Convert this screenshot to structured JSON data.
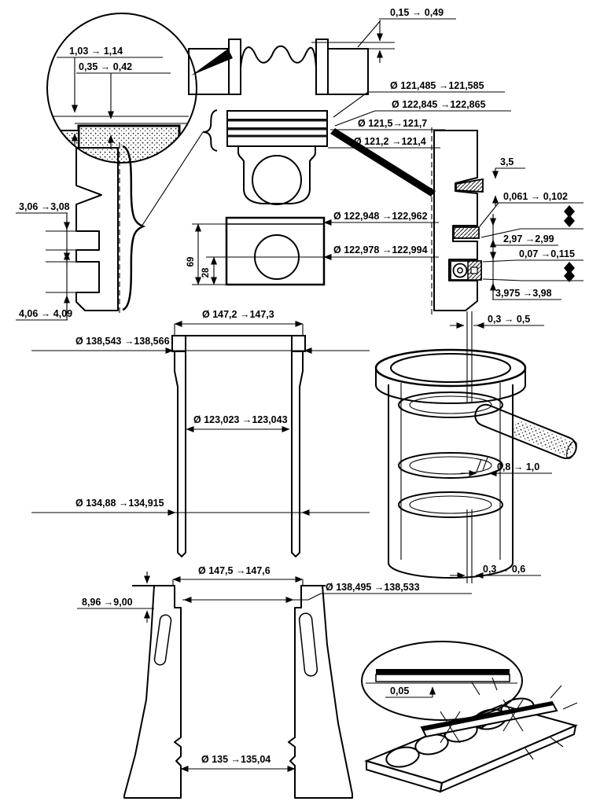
{
  "colors": {
    "ink": "#000000",
    "paper": "#ffffff"
  },
  "views": {
    "deck_detail": {
      "leader_top": "1,03 → 1,14",
      "leader_bottom": "0,35 → 0,42",
      "protrusion": "0,15 → 0,49"
    },
    "piston": {
      "ring1_groove_d": "Ø 121,485 →121,585",
      "ring_land_d": "Ø 122,845 →122,865",
      "ring3_groove_d": "Ø 121,5→121,7",
      "ring4_groove_d": "Ø 121,2 →121,4",
      "skirt_top_d": "Ø 122,948 →122,962",
      "skirt_d": "Ø 122,978 →122,994",
      "pin_center_h": "69",
      "pin_offset": "28"
    },
    "grooves": {
      "second": "3,06 →3,08",
      "third": "4,06 → 4,09"
    },
    "rings": {
      "top_height": "3,5",
      "second_clearance": "0,061 → 0,102",
      "second_height": "2,97 →2,99",
      "oil_clearance": "0,07 →0,115",
      "oil_height": "3,975 →3,98"
    },
    "liner": {
      "flange_d": "Ø 147,2 →147,3",
      "upper_od": "Ø 138,543 →138,566",
      "bore_d": "Ø 123,023 →123,043",
      "lower_od": "Ø 134,88 →134,915"
    },
    "ring_gap_check": {
      "feeler_top": "0,3 → 0,5",
      "gap": "0,8 → 1,0",
      "feeler_bottom": "0,3 → 0,6"
    },
    "block_seat": {
      "counterbore_d": "Ø 147,5 →147,6",
      "counterbore_depth": "8,96 →9,00",
      "upper_bore_d": "Ø 138,495 →138,533",
      "pilot_bore_d": "Ø 135 →135,04"
    },
    "protrusion_check": {
      "max": "0,05"
    }
  }
}
